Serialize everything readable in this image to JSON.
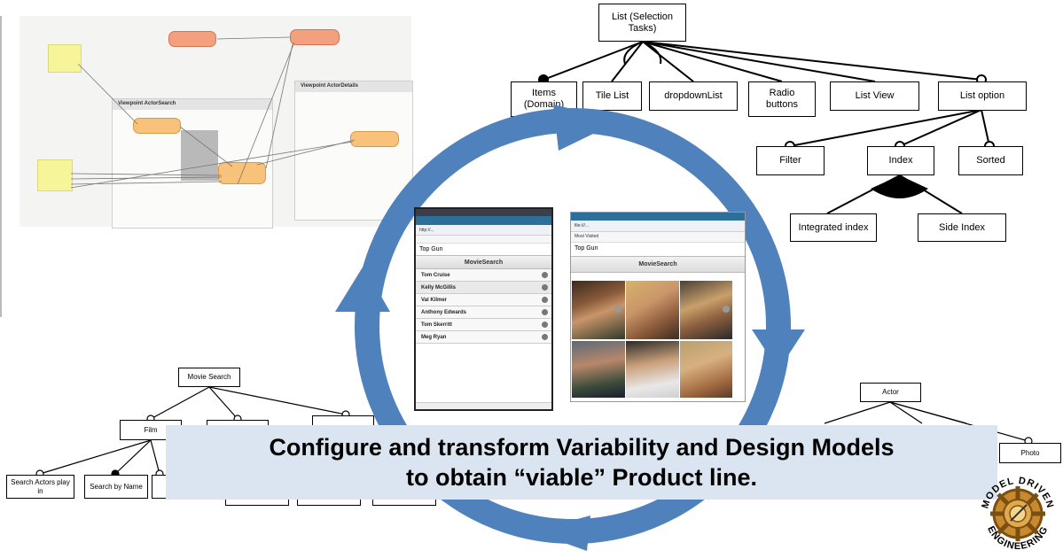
{
  "feature_model": {
    "root": "List (Selection Tasks)",
    "level1": [
      "Items (Domain)",
      "Tile List",
      "dropdownList",
      "Radio buttons",
      "List View",
      "List option"
    ],
    "level2": [
      "Filter",
      "Index",
      "Sorted"
    ],
    "level3": [
      "Integrated index",
      "Side Index"
    ]
  },
  "state_diagram": {
    "view_search_title": "Viewpoint ActorSearch",
    "view_details_title": "Viewpoint ActorDetails"
  },
  "phone_left": {
    "url": "http://...",
    "input_value": "Top Gun",
    "title": "MovieSearch",
    "list": [
      "Tom Cruise",
      "Kelly McGillis",
      "Val Kilmer",
      "Anthony Edwards",
      "Tom Skerritt",
      "Meg Ryan"
    ]
  },
  "phone_right": {
    "url": "file:///...",
    "bookmarks": "Most Visited",
    "input_value": "Top Gun",
    "title": "MovieSearch"
  },
  "movie_model": {
    "root": "Movie Search",
    "film": "Film",
    "leaves": [
      "Search Actors play in",
      "Search by Name"
    ]
  },
  "actor_model": {
    "root": "Actor",
    "photo": "Photo"
  },
  "caption": {
    "line1": "Configure and transform Variability and Design Models",
    "line2": "to obtain “viable” Product line."
  },
  "logo": {
    "top": "MODEL DRIVEN",
    "bottom": "ENGINEERING"
  },
  "colors": {
    "cycle_blue": "#4f81bd",
    "caption_bg": "#dbe5f1",
    "state_orange": "#f9c27a",
    "note_yellow": "#f7f59a"
  }
}
